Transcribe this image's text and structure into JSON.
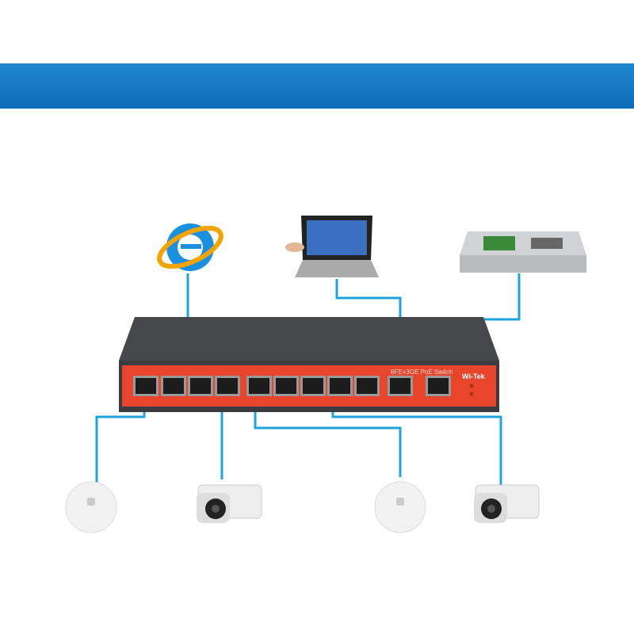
{
  "switch": {
    "title": "8FE+3GE PoE Switch",
    "brand": "Wi-Tek"
  },
  "colors": {
    "banner": "#1477c3",
    "cable": "#1ea4dc",
    "panel": "#e8452c",
    "body": "#3a3c40"
  },
  "devices": [
    "internet-icon",
    "laptop",
    "nvr",
    "access-point",
    "ip-camera",
    "access-point",
    "ip-camera"
  ]
}
